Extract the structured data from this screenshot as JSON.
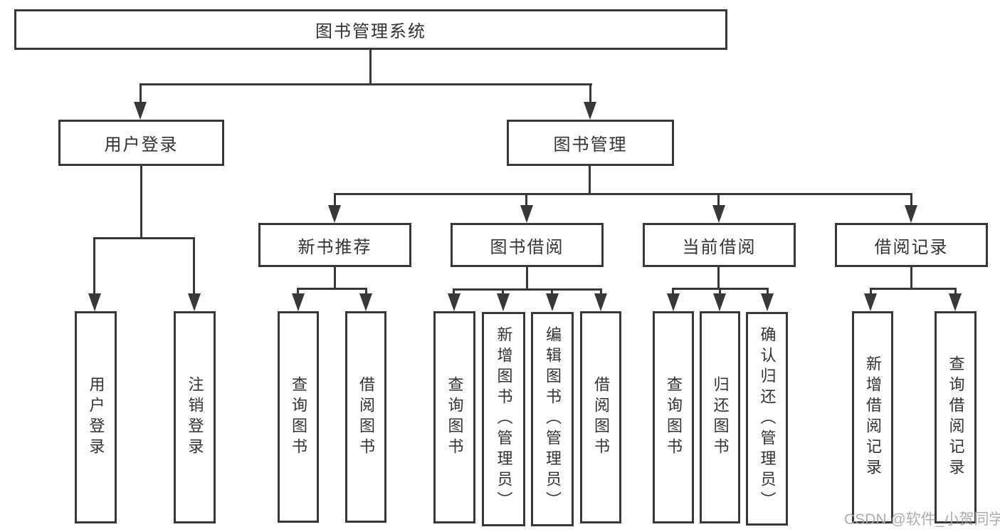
{
  "colors": {
    "line": "#383838",
    "text": "#333333",
    "background": "#ffffff",
    "watermark_color": "#a6a6a6"
  },
  "diagram": {
    "root": {
      "label": "图书管理系统"
    },
    "level2": {
      "user_login": {
        "label": "用户登录"
      },
      "book_management": {
        "label": "图书管理"
      }
    },
    "level3": {
      "new_book_recommend": {
        "label": "新书推荐"
      },
      "book_borrow": {
        "label": "图书借阅"
      },
      "current_borrow": {
        "label": "当前借阅"
      },
      "borrow_records": {
        "label": "借阅记录"
      }
    },
    "level4": {
      "user_login": [
        "用户登录",
        "注销登录"
      ],
      "new_book_recommend": [
        "查询图书",
        "借阅图书"
      ],
      "book_borrow": [
        "查询图书",
        "新增图书（管理员）",
        "编辑图书（管理员）",
        "借阅图书"
      ],
      "current_borrow": [
        "查询图书",
        "归还图书",
        "确认归还（管理员）"
      ],
      "borrow_records": [
        "新增借阅记录",
        "查询借阅记录"
      ]
    }
  },
  "watermark": {
    "text": "CSDN @软件_小贺同学"
  }
}
